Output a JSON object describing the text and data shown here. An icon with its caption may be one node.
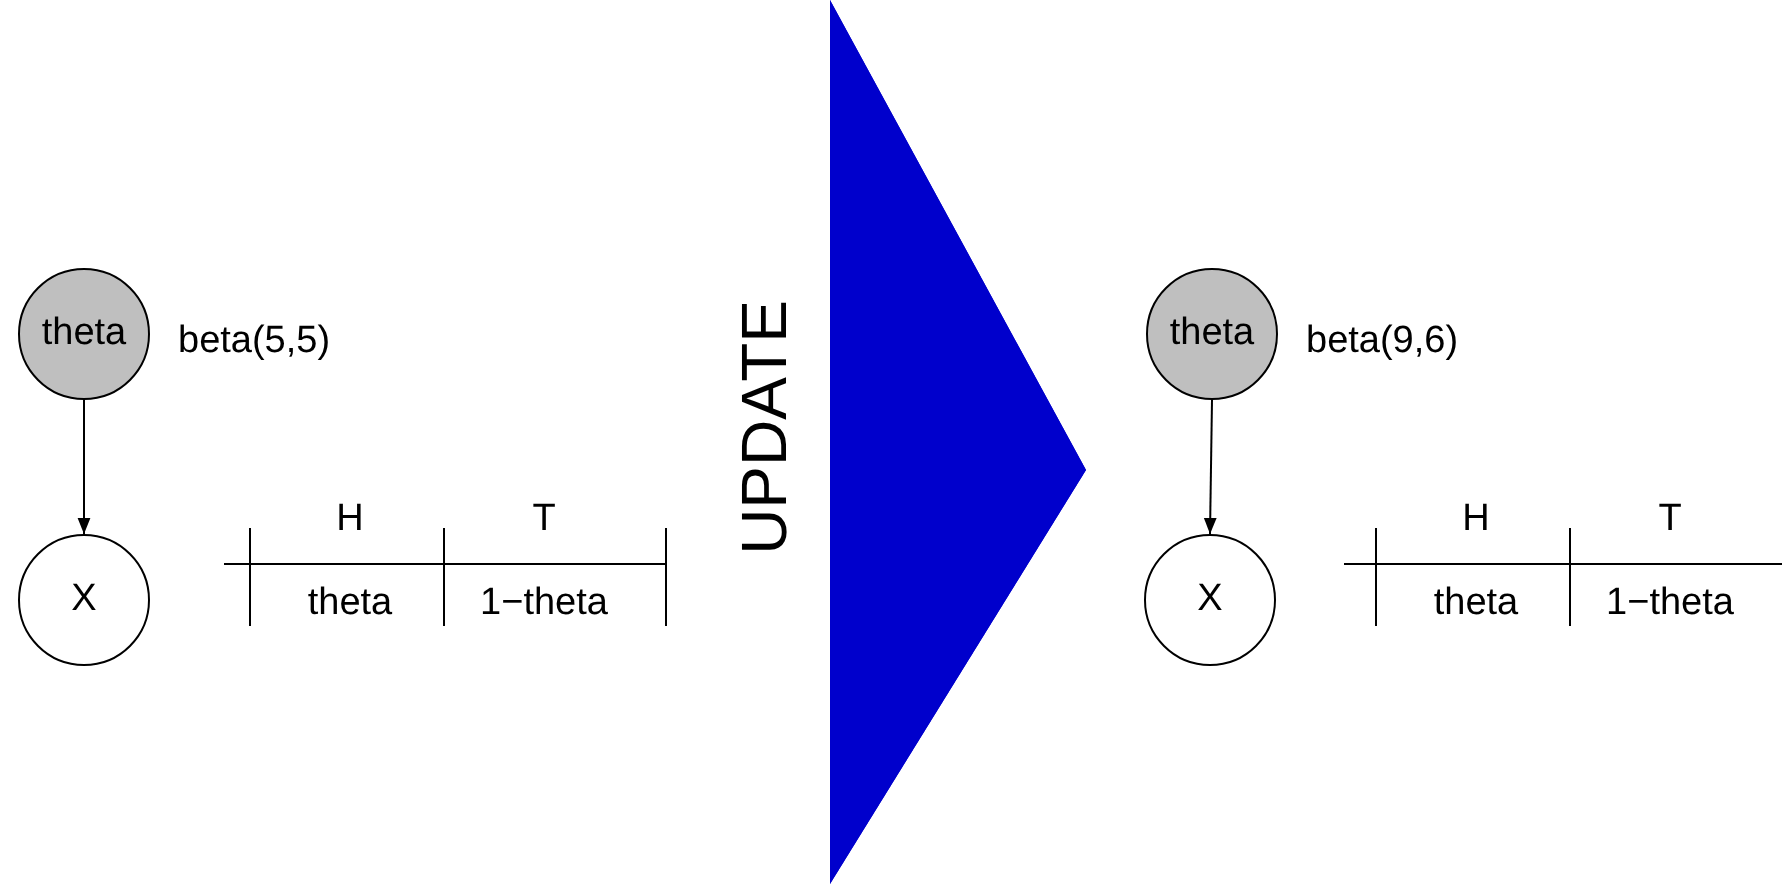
{
  "diagram": {
    "nodes": [
      {
        "text": [
          "theta"
        ],
        "beside": [
          "beta(5,5)"
        ]
      },
      {
        "text": [
          "X"
        ]
      },
      {
        "text": [
          "UPDATE"
        ]
      },
      {
        "text": [
          "theta"
        ],
        "beside": [
          "beta(9,6)"
        ]
      },
      {
        "text": [
          "X"
        ]
      }
    ],
    "edges": [
      {
        "from": 0,
        "to": 1,
        "arrow": "to"
      },
      {
        "from": 3,
        "to": 4,
        "arrow": "to"
      }
    ],
    "labels": [
      "H",
      "T",
      "theta",
      "1−theta",
      "H",
      "T",
      "theta",
      "1−theta"
    ]
  }
}
